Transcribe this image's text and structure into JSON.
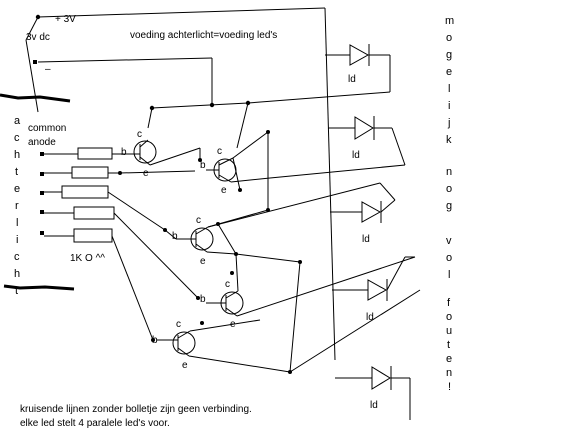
{
  "supply": {
    "plus_label": "+ 3V",
    "dc_label": "3v dc",
    "minus_label": "–"
  },
  "heading": "voeding achterlicht=voeding led's",
  "backlight_label": "achterlicht",
  "common_anode_label": [
    "common",
    "anode"
  ],
  "resistor_label": "1K O ^^",
  "transistor_labels": {
    "b": "b",
    "c": "c",
    "e": "e"
  },
  "led_label": "ld",
  "side_note": [
    "mogelijk",
    "nog",
    "vol",
    "fouten!"
  ],
  "footer_notes": [
    "kruisende lijnen zonder bolletje zijn geen verbinding.",
    "elke led stelt 4 paralele led's voor."
  ]
}
